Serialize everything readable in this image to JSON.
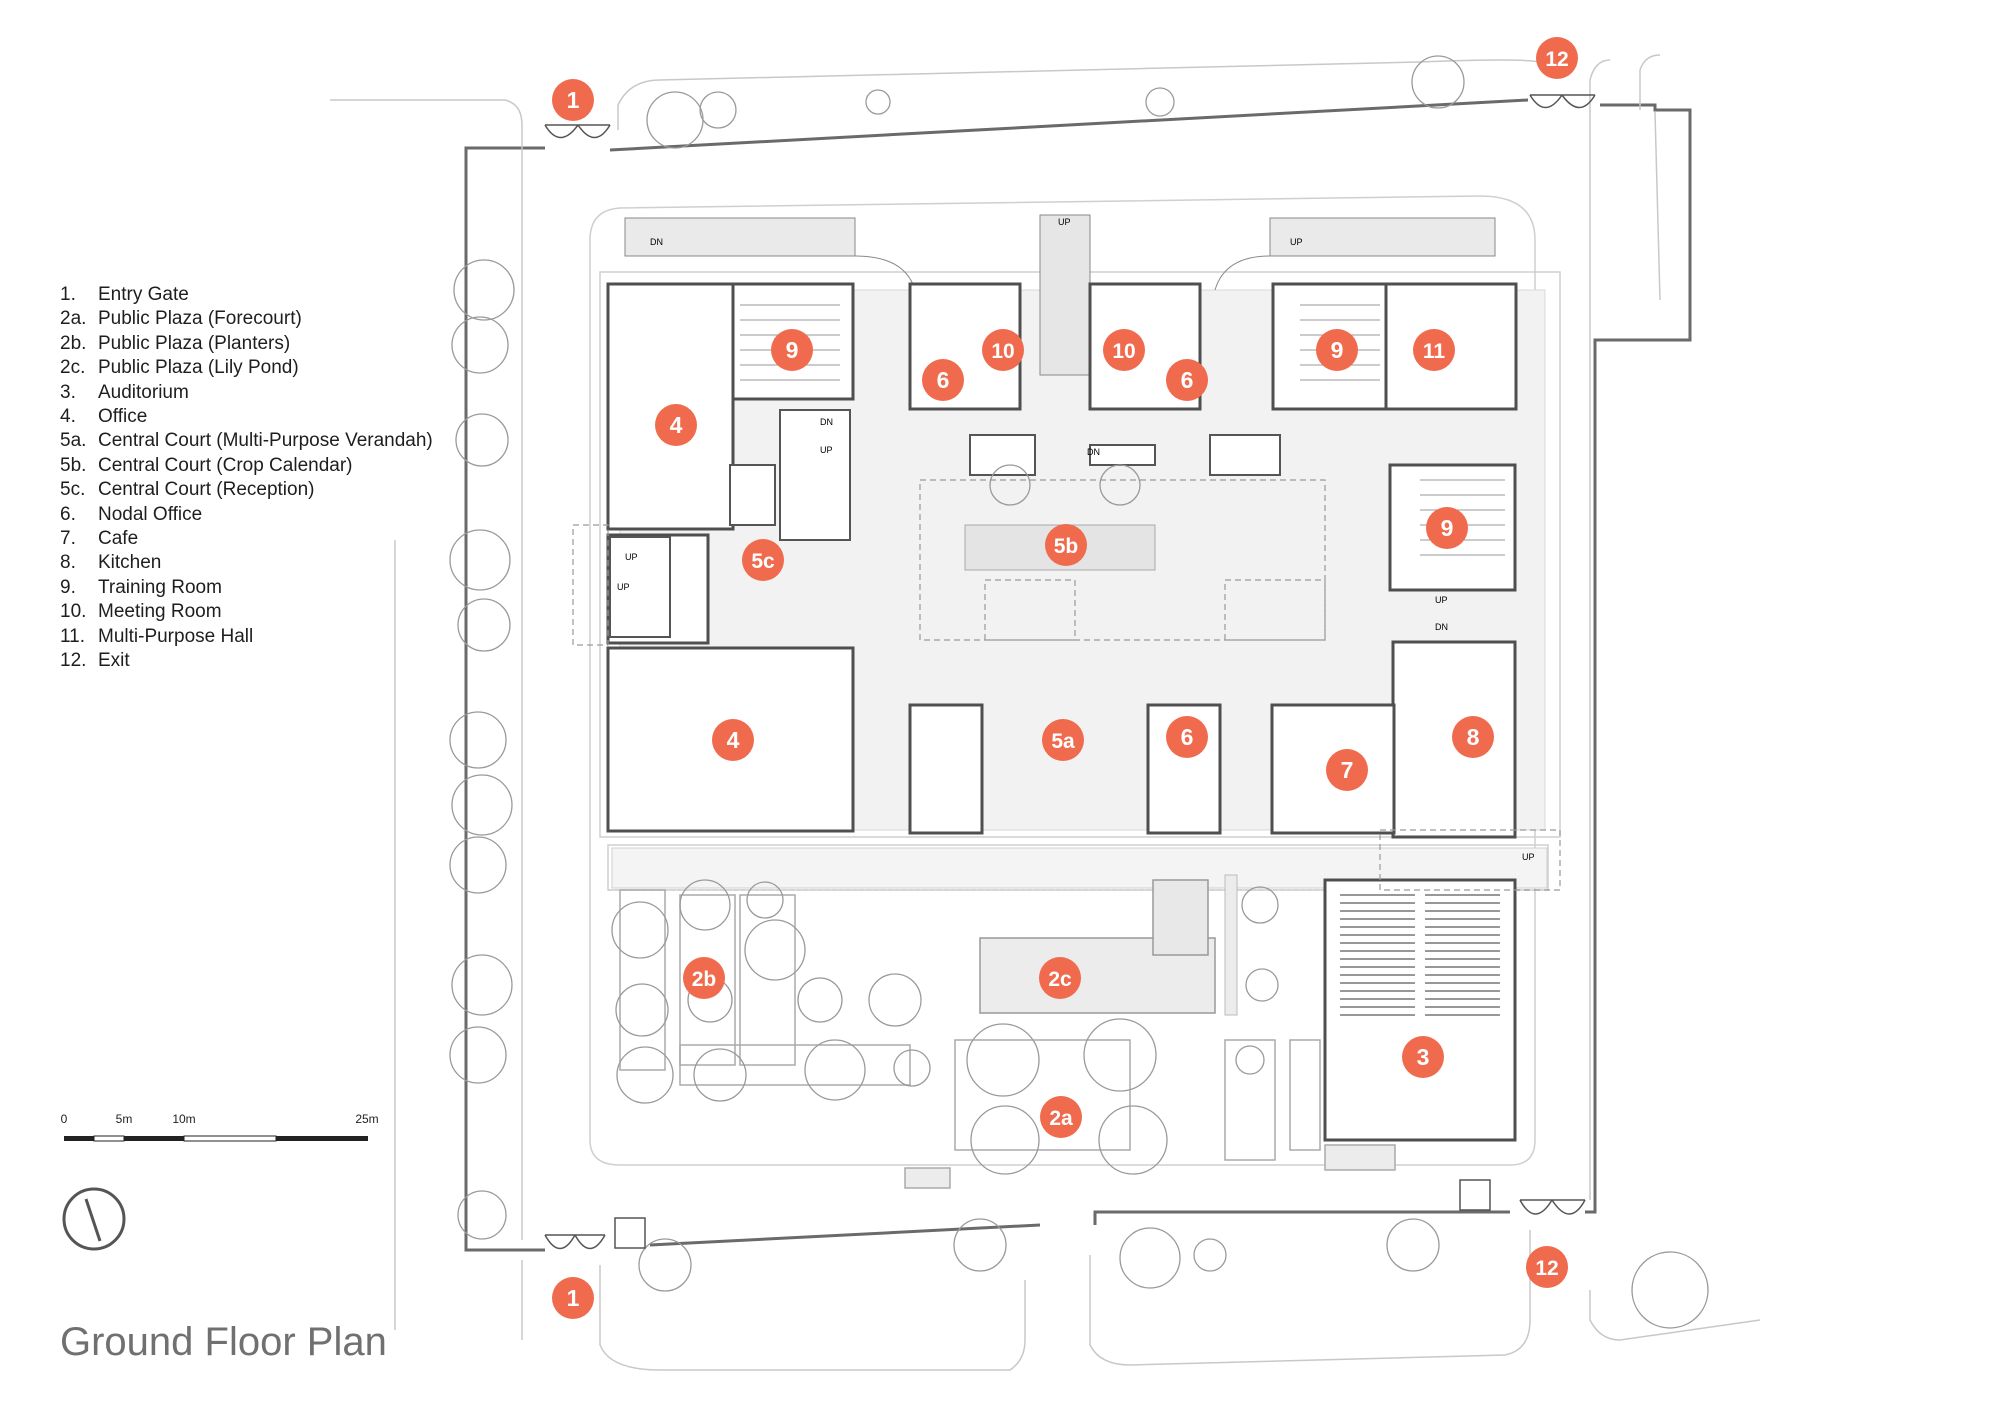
{
  "title": "Ground Floor Plan",
  "legend": [
    {
      "num": "1.",
      "label": "Entry Gate"
    },
    {
      "num": "2a.",
      "label": "Public Plaza (Forecourt)"
    },
    {
      "num": "2b.",
      "label": "Public Plaza (Planters)"
    },
    {
      "num": "2c.",
      "label": "Public Plaza (Lily Pond)"
    },
    {
      "num": "3.",
      "label": "Auditorium"
    },
    {
      "num": "4.",
      "label": "Office"
    },
    {
      "num": "5a.",
      "label": "Central Court (Multi-Purpose Verandah)"
    },
    {
      "num": "5b.",
      "label": "Central Court (Crop Calendar)"
    },
    {
      "num": "5c.",
      "label": "Central Court (Reception)"
    },
    {
      "num": "6.",
      "label": "Nodal Office"
    },
    {
      "num": "7.",
      "label": "Cafe"
    },
    {
      "num": "8.",
      "label": "Kitchen"
    },
    {
      "num": "9.",
      "label": "Training Room"
    },
    {
      "num": "10.",
      "label": "Meeting Room"
    },
    {
      "num": "11.",
      "label": "Multi-Purpose Hall"
    },
    {
      "num": "12.",
      "label": "Exit"
    }
  ],
  "scale_bar": {
    "ticks": [
      "0",
      "5m",
      "10m",
      "25m"
    ],
    "values_m": [
      0,
      5,
      10,
      25
    ]
  },
  "stair_labels": {
    "up": "UP",
    "dn": "DN"
  },
  "markers": [
    "1",
    "1",
    "12",
    "12",
    "9",
    "9",
    "9",
    "10",
    "10",
    "6",
    "6",
    "6",
    "11",
    "4",
    "4",
    "5c",
    "5b",
    "5a",
    "7",
    "8",
    "3",
    "2a",
    "2b",
    "2c"
  ],
  "colors": {
    "marker": "#f06a4e",
    "wall": "#555555",
    "line": "#bdbdbd",
    "tree": "#9a9a9a",
    "title": "#707070"
  },
  "icons": {
    "north": "north-arrow-icon",
    "tree": "tree-icon",
    "gate": "gate-icon"
  }
}
